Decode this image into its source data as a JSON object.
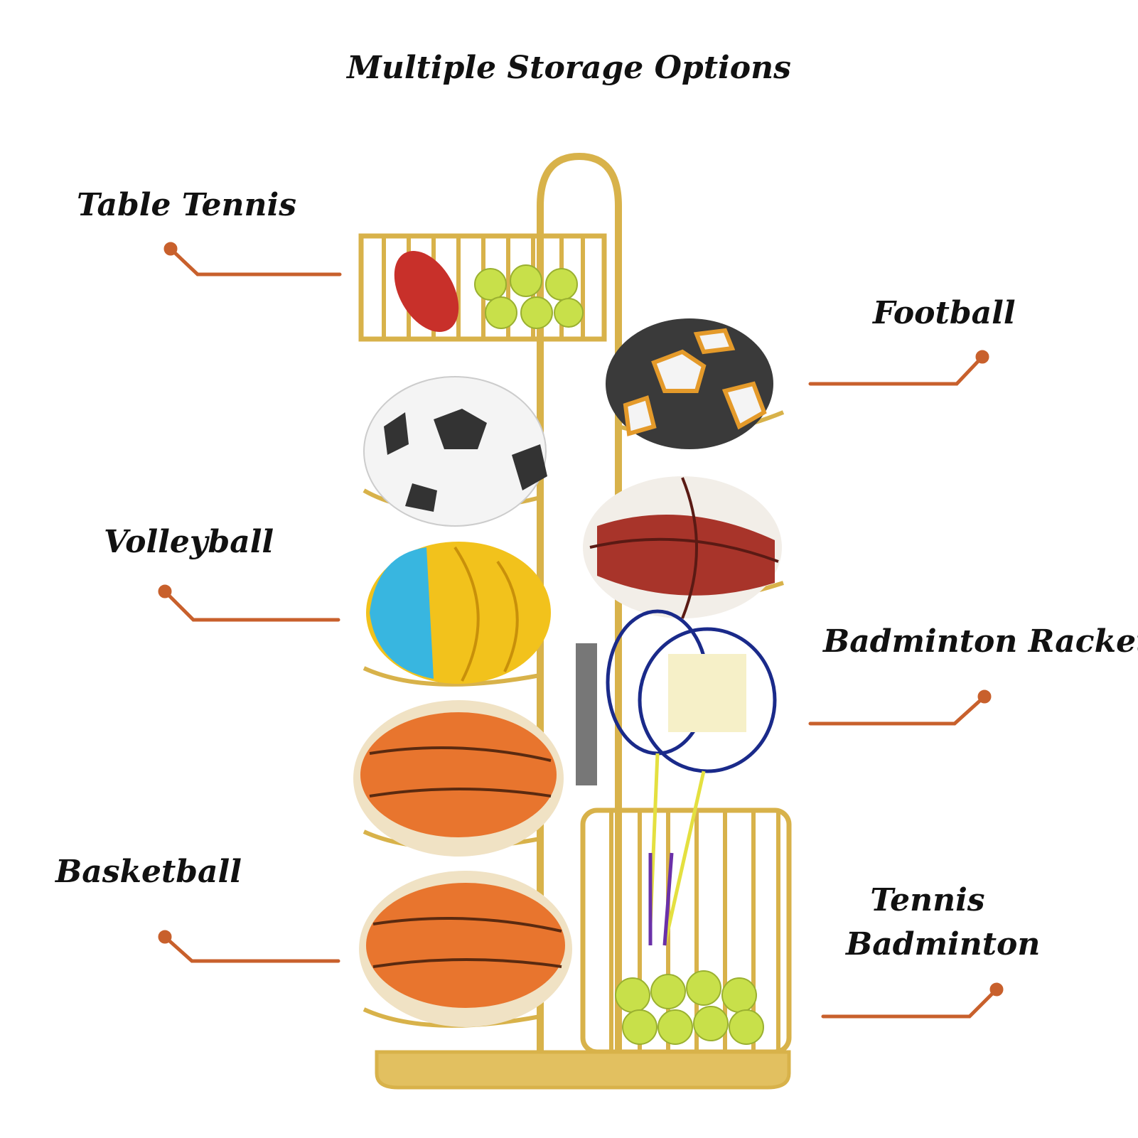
{
  "title": "Multiple Storage Options",
  "labels": {
    "table_tennis": "Table Tennis",
    "football": "Football",
    "volleyball": "Volleyball",
    "badminton_racket": "Badminton Racket",
    "basketball": "Basketball",
    "tennis_badminton_line1": "Tennis",
    "tennis_badminton_line2": "Badminton"
  },
  "colors": {
    "leader_line": "#c8602c",
    "rack_gold": "#d8b24a",
    "tennis_ball": "#c8e04a",
    "basketball": "#e8752e",
    "volleyball_blue": "#38b6e0",
    "volleyball_yellow": "#f2c21c",
    "soccer_black": "#333333",
    "football_orange": "#e49a2a",
    "red_ball": "#a8342a"
  },
  "icons": [
    "sports-ball-rack-illustration"
  ]
}
